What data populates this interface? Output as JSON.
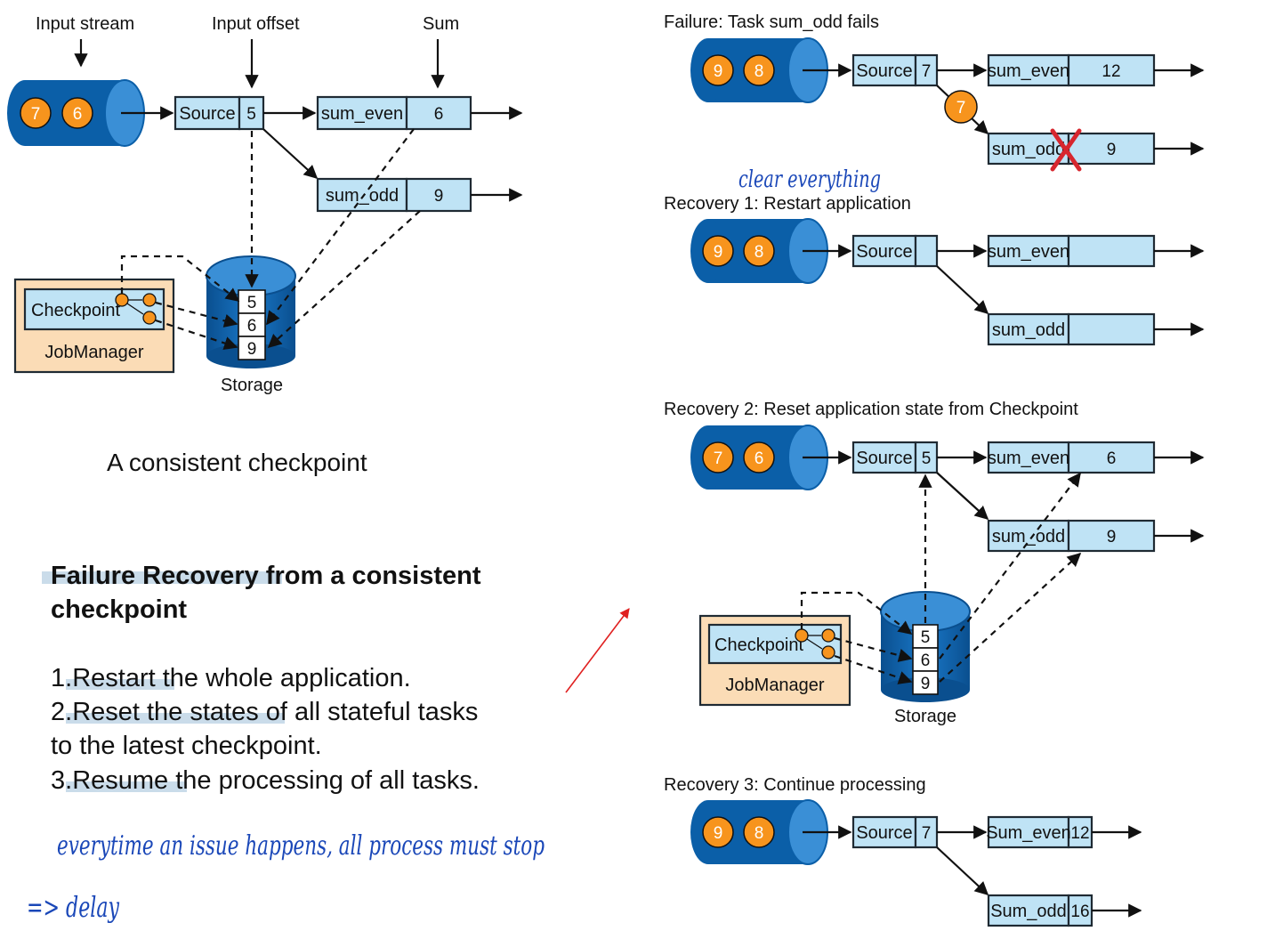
{
  "left_panel": {
    "labels": {
      "input_stream": "Input stream",
      "input_offset": "Input offset",
      "sum": "Sum"
    },
    "stream_records": [
      "7",
      "6"
    ],
    "source": {
      "label": "Source",
      "value": "5"
    },
    "sum_even": {
      "label": "sum_even",
      "value": "6"
    },
    "sum_odd": {
      "label": "sum_odd",
      "value": "9"
    },
    "checkpoint": {
      "label": "Checkpoint",
      "job_manager": "JobManager"
    },
    "storage": {
      "label": "Storage",
      "values": [
        "5",
        "6",
        "9"
      ]
    },
    "caption": "A consistent checkpoint"
  },
  "notes": {
    "heading_line1_highlight": "Failure Recovery",
    "heading_line1_rest": " from a consistent",
    "heading_line2": "checkpoint",
    "steps": [
      {
        "num": "1.",
        "highlight": "Restart",
        "rest": " the whole application."
      },
      {
        "num": "2.",
        "highlight": "Reset the states",
        "rest": " of all stateful tasks"
      },
      {
        "num": "",
        "highlight": "",
        "rest": "to the latest checkpoint."
      },
      {
        "num": "3.",
        "highlight": "Resume",
        "rest": " the processing of all tasks."
      }
    ],
    "handwritten_line1": "everytime an issue happens, all process must stop",
    "handwritten_line2": "=> delay",
    "handwritten_annotation": "clear everything"
  },
  "failure": {
    "title": "Failure: Task sum_odd fails",
    "stream_records": [
      "9",
      "8"
    ],
    "source": {
      "label": "Source",
      "value": "7"
    },
    "in_flight_record": "7",
    "sum_even": {
      "label": "sum_even",
      "value": "12"
    },
    "sum_odd": {
      "label": "sum_odd",
      "value": "9"
    }
  },
  "recovery1": {
    "title": "Recovery 1: Restart application",
    "stream_records": [
      "9",
      "8"
    ],
    "source": {
      "label": "Source",
      "value": ""
    },
    "sum_even": {
      "label": "sum_even",
      "value": ""
    },
    "sum_odd": {
      "label": "sum_odd",
      "value": ""
    }
  },
  "recovery2": {
    "title": "Recovery 2: Reset application state from Checkpoint",
    "stream_records": [
      "7",
      "6"
    ],
    "source": {
      "label": "Source",
      "value": "5"
    },
    "sum_even": {
      "label": "sum_even",
      "value": "6"
    },
    "sum_odd": {
      "label": "sum_odd",
      "value": "9"
    },
    "checkpoint": {
      "label": "Checkpoint",
      "job_manager": "JobManager"
    },
    "storage": {
      "label": "Storage",
      "values": [
        "5",
        "6",
        "9"
      ]
    }
  },
  "recovery3": {
    "title": "Recovery 3: Continue processing",
    "stream_records": [
      "9",
      "8"
    ],
    "source": {
      "label": "Source",
      "value": "7"
    },
    "sum_even": {
      "label": "Sum_even",
      "value": "12"
    },
    "sum_odd": {
      "label": "Sum_odd",
      "value": "16"
    }
  },
  "colors": {
    "stream_blue": "#0b5fa8",
    "stream_cap": "#3a8fd6",
    "record_orange": "#f7941d",
    "cell_blue": "#bfe3f5",
    "job_manager_fill": "#fbdcb6",
    "failure_mark": "#d7262e",
    "annotation_red": "#e02020",
    "ink_blue": "#1a47b8"
  }
}
